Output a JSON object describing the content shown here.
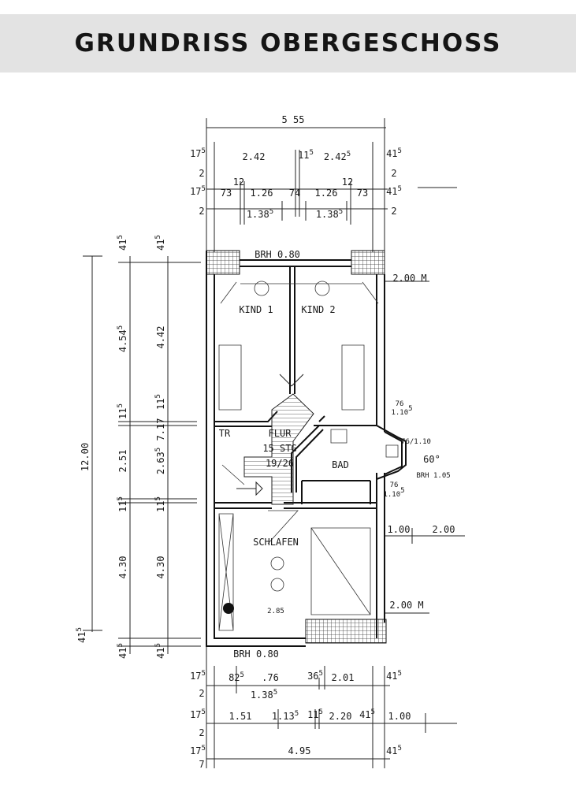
{
  "header": {
    "title": "GRUNDRISS OBERGESCHOSS"
  },
  "rooms": [
    {
      "t": "KIND 1"
    },
    {
      "t": "KIND 2"
    },
    {
      "t": "TR"
    },
    {
      "t": "FLUR"
    },
    {
      "t": "15 STG"
    },
    {
      "t": "19/26"
    },
    {
      "t": "BAD"
    },
    {
      "t": "SCHLAFEN"
    },
    {
      "t": "2.85"
    }
  ],
  "annotations": [
    {
      "t": "BRH 0.80"
    },
    {
      "t": "BRH 0.80"
    },
    {
      "t": "2.00 M"
    },
    {
      "t": "2.00 M"
    },
    {
      "t": "1.00"
    },
    {
      "t": "2.00"
    },
    {
      "t": "60°"
    },
    {
      "t": "BRH 1.05"
    },
    {
      "t": "76"
    },
    {
      "t": "1.10",
      "s": "5"
    },
    {
      "t": "76/1.10"
    },
    {
      "t": "76"
    },
    {
      "t": "1.10",
      "s": "5"
    }
  ],
  "top_dims": [
    {
      "t": "5 55"
    },
    {
      "t": "17",
      "s": "5"
    },
    {
      "t": "2.42"
    },
    {
      "t": "11",
      "s": "5"
    },
    {
      "t": "2.42",
      "s": "5"
    },
    {
      "t": "41",
      "s": "5"
    },
    {
      "t": "2"
    },
    {
      "t": "2"
    },
    {
      "t": "17",
      "s": "5"
    },
    {
      "t": "73"
    },
    {
      "t": "12"
    },
    {
      "t": "1.26"
    },
    {
      "t": "74"
    },
    {
      "t": "1.26"
    },
    {
      "t": "12"
    },
    {
      "t": "73"
    },
    {
      "t": "41",
      "s": "5"
    },
    {
      "t": "2"
    },
    {
      "t": "1.38",
      "s": "5"
    },
    {
      "t": "1.38",
      "s": "5"
    },
    {
      "t": "2"
    }
  ],
  "left_dims": [
    {
      "t": "12.00"
    },
    {
      "t": "41",
      "s": "5"
    },
    {
      "t": "41",
      "s": "5"
    },
    {
      "t": "4.54",
      "s": "5"
    },
    {
      "t": "11",
      "s": "5"
    },
    {
      "t": "2.51"
    },
    {
      "t": "11",
      "s": "5"
    },
    {
      "t": "4.30"
    },
    {
      "t": "41",
      "s": "5"
    },
    {
      "t": "41",
      "s": "5"
    },
    {
      "t": "4.42"
    },
    {
      "t": "11",
      "s": "5"
    },
    {
      "t": "7.17"
    },
    {
      "t": "2.63",
      "s": "5"
    },
    {
      "t": "11",
      "s": "5"
    },
    {
      "t": "4.30"
    },
    {
      "t": "41",
      "s": "5"
    }
  ],
  "bottom_dims": [
    {
      "t": "17",
      "s": "5"
    },
    {
      "t": "82",
      "s": "5"
    },
    {
      "t": ".76"
    },
    {
      "t": "36",
      "s": "5"
    },
    {
      "t": "2.01"
    },
    {
      "t": "41",
      "s": "5"
    },
    {
      "t": "2"
    },
    {
      "t": "1.38",
      "s": "5"
    },
    {
      "t": "17",
      "s": "5"
    },
    {
      "t": "1.51"
    },
    {
      "t": "1.13",
      "s": "5"
    },
    {
      "t": "11",
      "s": "5"
    },
    {
      "t": "2.20"
    },
    {
      "t": "41",
      "s": "5"
    },
    {
      "t": "1.00"
    },
    {
      "t": "2"
    },
    {
      "t": "17",
      "s": "5"
    },
    {
      "t": "4.95"
    },
    {
      "t": "41",
      "s": "5"
    },
    {
      "t": "7"
    }
  ]
}
